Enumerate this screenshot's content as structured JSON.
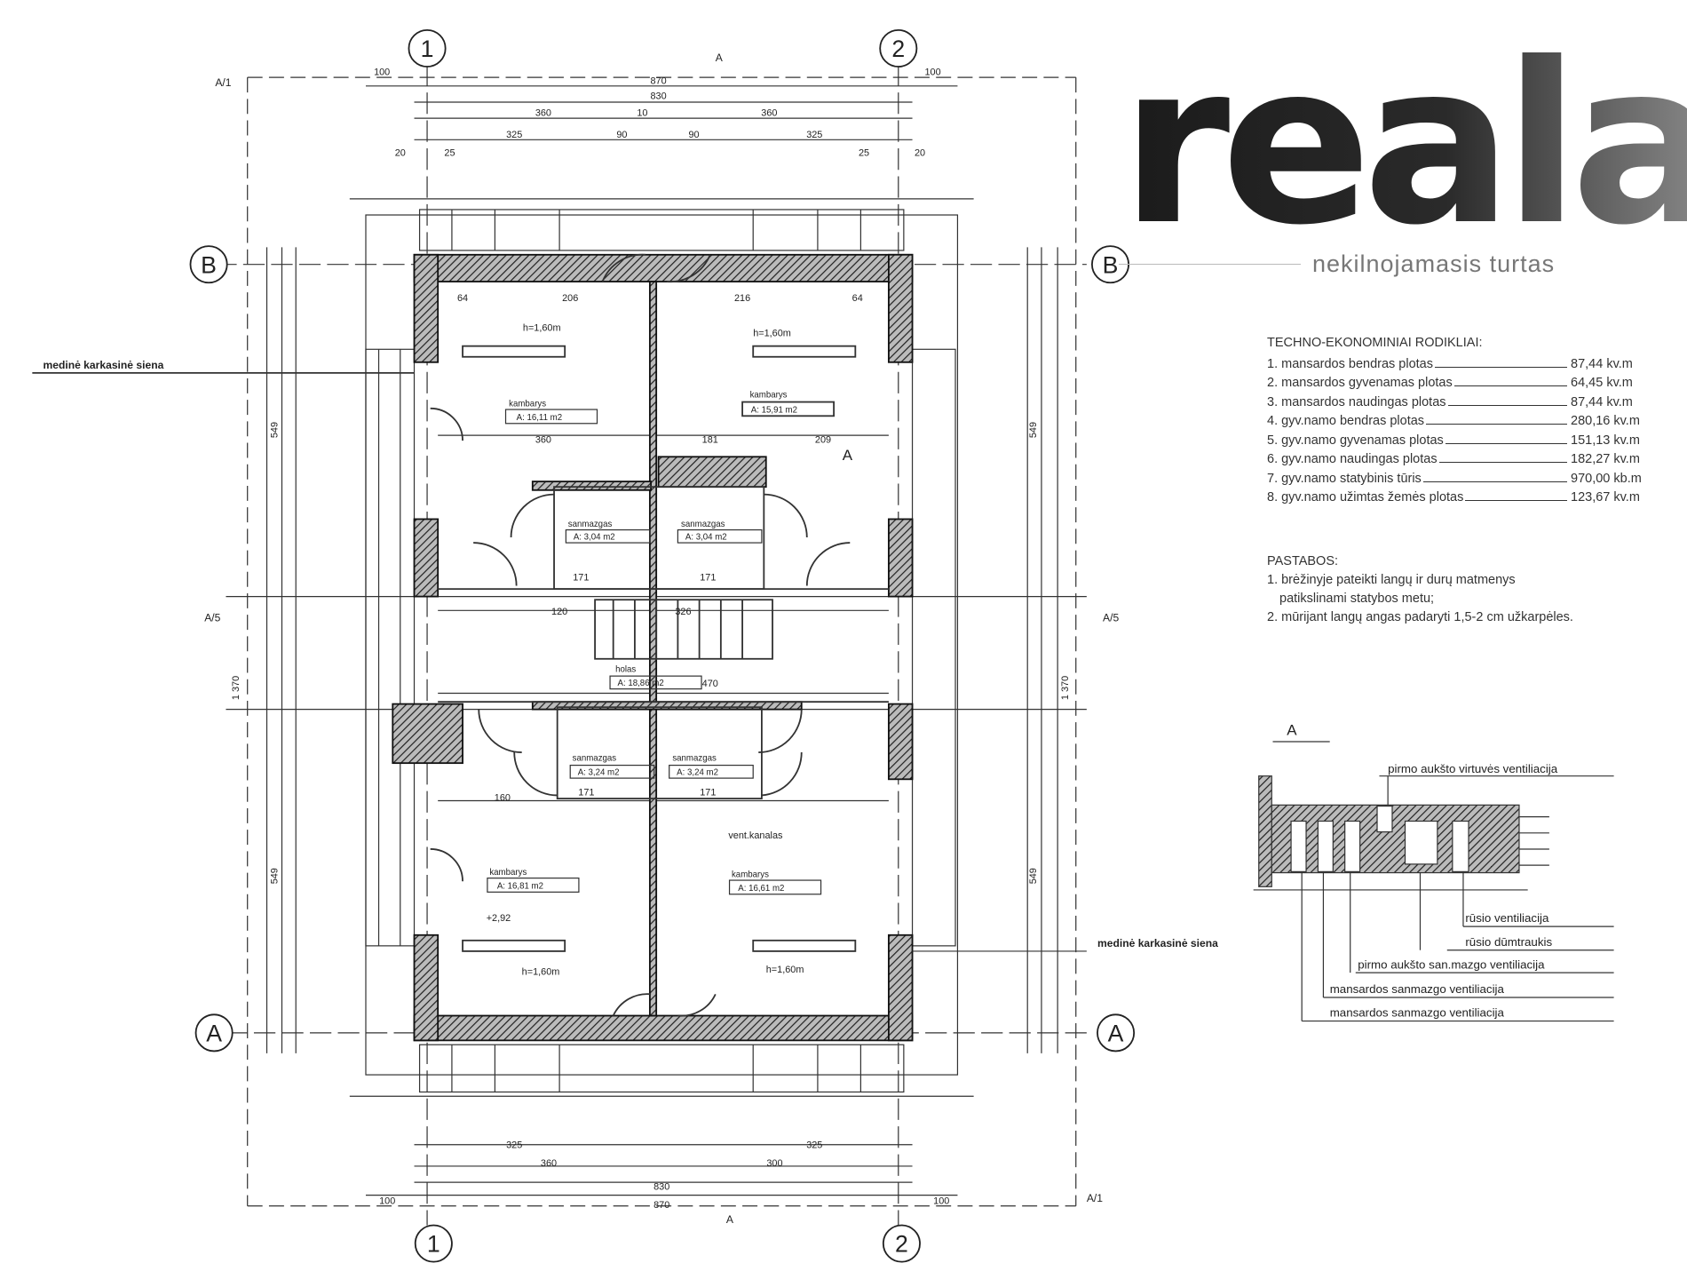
{
  "logo": {
    "brand": "reala",
    "tagline": "nekilnojamasis turtas"
  },
  "axes": {
    "col1": "1",
    "col2": "2",
    "rowA": "A",
    "rowB": "B"
  },
  "section_marks": {
    "top": "A",
    "bottom": "A",
    "side": "A/5",
    "side2": "A/1"
  },
  "rooms": [
    {
      "name": "kambarys",
      "area": "A: 16,11 m2"
    },
    {
      "name": "kambarys",
      "area": "A: 15,91 m2"
    },
    {
      "name": "sanmazgas",
      "area": "A: 3,04 m2"
    },
    {
      "name": "sanmazgas",
      "area": "A: 3,04 m2"
    },
    {
      "name": "holas",
      "area": "A: 18,86 m2"
    },
    {
      "name": "sanmazgas",
      "area": "A: 3,24 m2"
    },
    {
      "name": "sanmazgas",
      "area": "A: 3,24 m2"
    },
    {
      "name": "kambarys",
      "area": "A: 16,81 m2"
    },
    {
      "name": "kambarys",
      "area": "A: 16,61 m2"
    }
  ],
  "plan_labels": {
    "wall_left": "medinė karkasinė siena",
    "wall_right": "medinė karkasinė siena",
    "height_mark": "h=1,60m",
    "vent": "vent.kanalas",
    "elevation": "+2,92",
    "detail_ref": "A"
  },
  "dimensions": {
    "top_total": "830",
    "top_outer": "870",
    "side_offset": "100",
    "half_inner": "360",
    "mid": "10",
    "seg_325": "325",
    "seg_90": "90",
    "seg_25": "25",
    "seg_20": "20",
    "room_206": "206",
    "room_216": "216",
    "room_64": "64",
    "room_360": "360",
    "room_181": "181",
    "room_209": "209",
    "hall_120": "120",
    "hall_326": "326",
    "hall_470": "470",
    "bath_171": "171",
    "bath_160": "160",
    "bath_300": "300",
    "side_549": "549",
    "side_1370": "1 370"
  },
  "tech_indicators": {
    "title": "TECHNO-EKONOMINIAI RODIKLIAI:",
    "items": [
      {
        "label": "1. mansardos bendras plotas",
        "value": "87,44 kv.m"
      },
      {
        "label": "2. mansardos gyvenamas plotas",
        "value": "64,45 kv.m"
      },
      {
        "label": "3. mansardos naudingas plotas",
        "value": "87,44 kv.m"
      },
      {
        "label": "4. gyv.namo bendras plotas",
        "value": "280,16 kv.m"
      },
      {
        "label": "5. gyv.namo gyvenamas plotas",
        "value": "151,13 kv.m"
      },
      {
        "label": "6. gyv.namo naudingas plotas",
        "value": "182,27 kv.m"
      },
      {
        "label": "7. gyv.namo statybinis tūris",
        "value": "970,00 kb.m"
      },
      {
        "label": "8. gyv.namo užimtas žemės plotas",
        "value": "123,67 kv.m"
      }
    ]
  },
  "notes": {
    "title": "PASTABOS:",
    "items": [
      "1. brėžinyje pateikti langų ir durų matmenys",
      "patikslinami statybos metu;",
      "2. mūrijant langų angas padaryti 1,5-2 cm užkarpėles."
    ]
  },
  "detail_A": {
    "title": "A",
    "labels": [
      "pirmo aukšto virtuvės ventiliacija",
      "rūsio ventiliacija",
      "rūsio dūmtraukis",
      "pirmo aukšto san.mazgo ventiliacija",
      "mansardos sanmazgo ventiliacija",
      "mansardos sanmazgo ventiliacija"
    ]
  }
}
